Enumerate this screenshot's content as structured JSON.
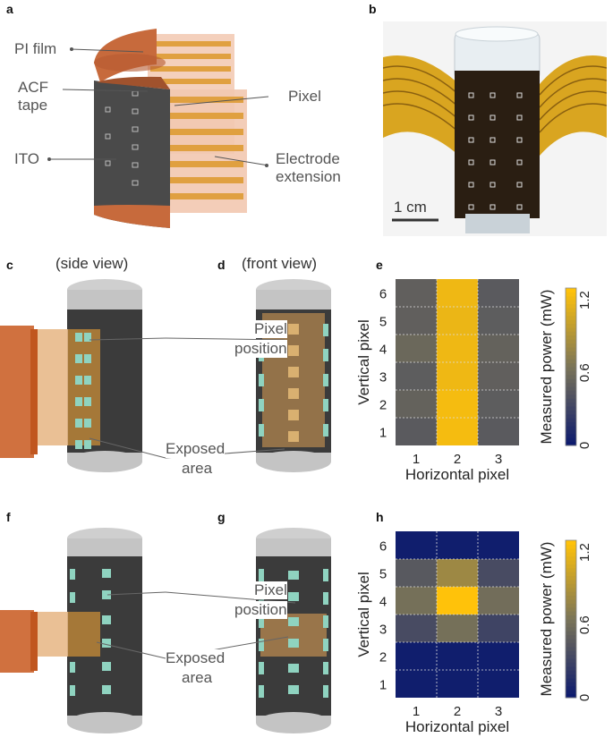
{
  "panels": {
    "a": "a",
    "b": "b",
    "c": "c",
    "d": "d",
    "e": "e",
    "f": "f",
    "g": "g",
    "h": "h"
  },
  "panel_a": {
    "pi_film": "PI film",
    "acf_tape_1": "ACF",
    "acf_tape_2": "tape",
    "ito": "ITO",
    "pixel": "Pixel",
    "electrode_1": "Electrode",
    "electrode_2": "extension"
  },
  "panel_b": {
    "scale_bar": "1 cm"
  },
  "panel_c": {
    "caption": "(side view)"
  },
  "panel_d": {
    "caption": "(front view)",
    "pixel_1": "Pixel",
    "pixel_2": "position",
    "exposed_1": "Exposed",
    "exposed_2": "area"
  },
  "panel_g": {
    "pixel_1": "Pixel",
    "pixel_2": "position",
    "exposed_1": "Exposed",
    "exposed_2": "area"
  },
  "colors": {
    "copper": "#c76a3c",
    "electrode": "#e0a040",
    "ito_dark": "#3a3a3a",
    "pixel": "#8fd3c0",
    "cap": "#c8c8c8",
    "cmap_low": "#0d1b6e",
    "cmap_mid": "#7a7458",
    "cmap_high": "#ffc20a"
  },
  "chart_data": [
    {
      "type": "heatmap",
      "panel": "e",
      "xlabel": "Horizontal pixel",
      "ylabel": "Vertical pixel",
      "colorbar_label": "Measured power (mW)",
      "colorbar_ticks": [
        "0",
        "0.6",
        "1.2"
      ],
      "clim": [
        0,
        1.3
      ],
      "x_ticks": [
        "1",
        "2",
        "3"
      ],
      "y_ticks": [
        "1",
        "2",
        "3",
        "4",
        "5",
        "6"
      ],
      "values": [
        [
          0.46,
          1.25,
          0.46
        ],
        [
          0.52,
          1.25,
          0.48
        ],
        [
          0.48,
          1.22,
          0.5
        ],
        [
          0.56,
          1.22,
          0.52
        ],
        [
          0.5,
          1.2,
          0.48
        ],
        [
          0.5,
          1.22,
          0.46
        ]
      ]
    },
    {
      "type": "heatmap",
      "panel": "h",
      "xlabel": "Horizontal pixel",
      "ylabel": "Vertical pixel",
      "colorbar_label": "Measured power (mW)",
      "colorbar_ticks": [
        "0",
        "0.6",
        "1.2"
      ],
      "clim": [
        0,
        1.3
      ],
      "x_ticks": [
        "1",
        "2",
        "3"
      ],
      "y_ticks": [
        "1",
        "2",
        "3",
        "4",
        "5",
        "6"
      ],
      "values": [
        [
          0.02,
          0.02,
          0.02
        ],
        [
          0.02,
          0.02,
          0.02
        ],
        [
          0.35,
          0.62,
          0.3
        ],
        [
          0.62,
          1.3,
          0.6
        ],
        [
          0.45,
          0.82,
          0.35
        ],
        [
          0.02,
          0.02,
          0.02
        ]
      ]
    }
  ]
}
